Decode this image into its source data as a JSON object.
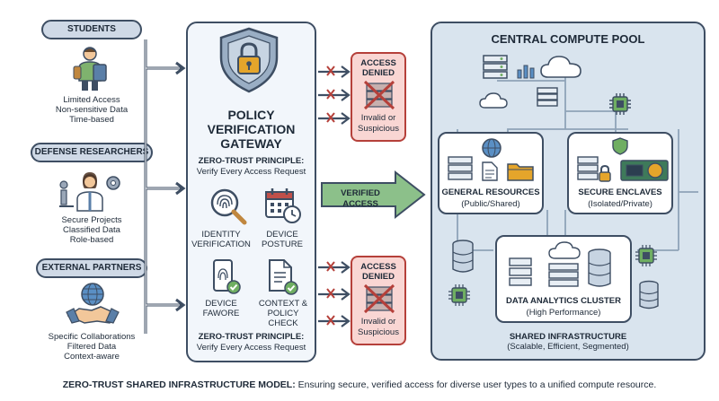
{
  "user_groups": [
    {
      "title": "STUDENTS",
      "lines": [
        "Limited Access",
        "Non-sensitive Data",
        "Time-based"
      ]
    },
    {
      "title": "DEFENSE RESEARCHERS",
      "lines": [
        "Secure Projects",
        "Classified Data",
        "Role-based"
      ]
    },
    {
      "title": "EXTERNAL PARTNERS",
      "lines": [
        "Specific Collaborations",
        "Filtered Data",
        "Context-aware"
      ]
    }
  ],
  "gateway": {
    "title_lines": [
      "POLICY",
      "VERIFICATION",
      "GATEWAY"
    ],
    "principle_title": "ZERO-TRUST PRINCIPLE:",
    "principle_text": "Verify Every Access Request",
    "checks": [
      {
        "lines": [
          "IDENTITY",
          "VERIFICATION"
        ]
      },
      {
        "lines": [
          "DEVICE",
          "POSTURE"
        ]
      },
      {
        "lines": [
          "DEVICE",
          "FAWORE"
        ]
      },
      {
        "lines": [
          "CONTEXT &",
          "POLICY CHECK"
        ]
      }
    ]
  },
  "denied": {
    "title_lines": [
      "ACCESS",
      "DENIED"
    ],
    "sub_lines": [
      "Invalid or",
      "Suspicious"
    ]
  },
  "verified_access": "VERIFIED ACCESS",
  "pool": {
    "title": "CENTRAL COMPUTE POOL",
    "general": {
      "title": "GENERAL RESOURCES",
      "sub": "(Public/Shared)"
    },
    "secure": {
      "title": "SECURE ENCLAVES",
      "sub": "(Isolated/Private)"
    },
    "analytics": {
      "title": "DATA ANALYTICS CLUSTER",
      "sub": "(High Performance)"
    },
    "shared_title": "SHARED INFRASTRUCTURE",
    "shared_sub": "(Scalable, Efficient, Segmented)"
  },
  "caption": {
    "bold": "ZERO-TRUST SHARED INFRASTRUCTURE MODEL:",
    "text": " Ensuring secure, verified access for diverse user types to a unified compute resource."
  },
  "colors": {
    "accent_green": "#8cc08a",
    "deny_red": "#b5403a",
    "deny_fill": "#f9d6d3",
    "outline": "#3e4e63",
    "pool_bg": "#d9e4ee"
  }
}
